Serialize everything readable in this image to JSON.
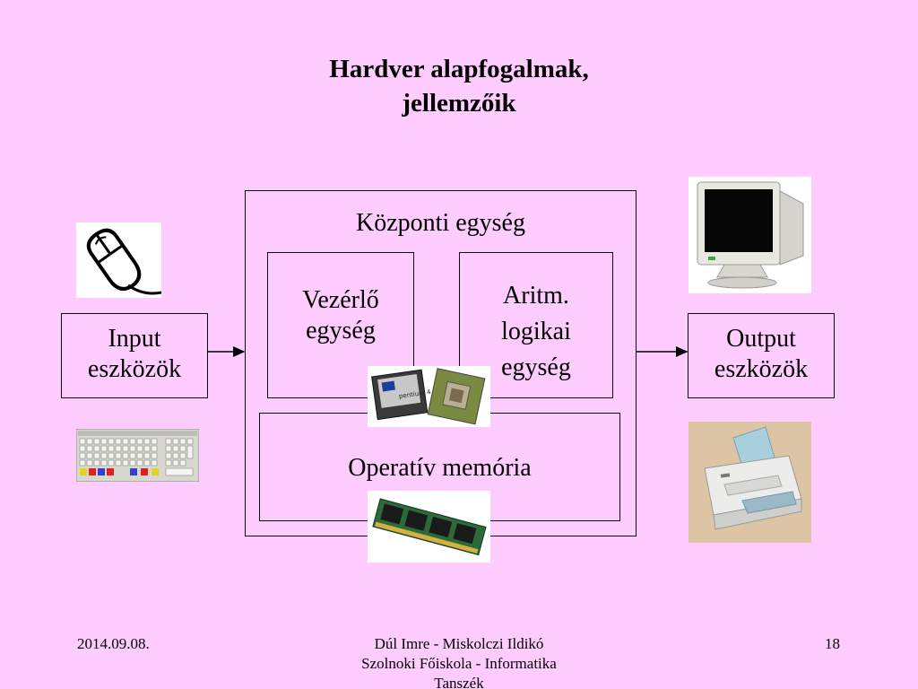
{
  "slide": {
    "title_line1": "Hardver alapfogalmak,",
    "title_line2": "jellemzőik"
  },
  "diagram": {
    "central_unit": "Központi egység",
    "control_unit_line1": "Vezérlő",
    "control_unit_line2": "egység",
    "alu_line1": "Aritm.",
    "alu_line2": "logikai",
    "alu_line3": "egység",
    "memory": "Operatív memória",
    "input_line1": "Input",
    "input_line2": "eszközök",
    "output_line1": "Output",
    "output_line2": "eszközök"
  },
  "footer": {
    "date": "2014.09.08.",
    "authors": "Dúl Imre - Miskolczi Ildikó",
    "institution_line1": "Szolnoki Főiskola - Informatika",
    "institution_line2": "Tanszék",
    "page_number": "18"
  },
  "icons": {
    "mouse": "mouse-icon",
    "keyboard": "keyboard-icon",
    "cpu": "cpu-icon",
    "ram": "ram-module-icon",
    "monitor": "monitor-icon",
    "printer": "printer-icon"
  }
}
